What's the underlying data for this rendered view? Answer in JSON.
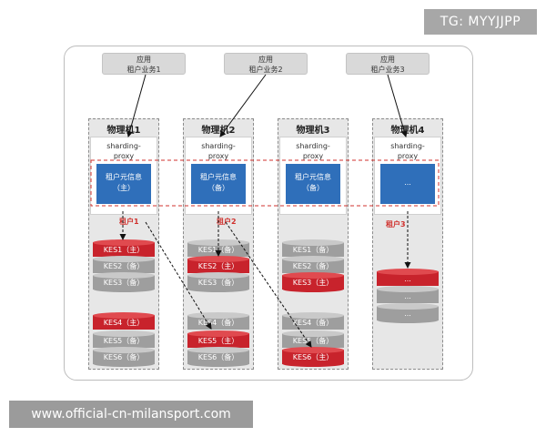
{
  "tag": "TG: MYYJJPP",
  "watermark": "www.official-cn-milansport.com",
  "apps": [
    {
      "line1": "应用",
      "line2": "租户业务1"
    },
    {
      "line1": "应用",
      "line2": "租户业务2"
    },
    {
      "line1": "应用",
      "line2": "租户业务3"
    }
  ],
  "machines": [
    {
      "label": "物理机1",
      "proxy": [
        "sharding-",
        "proxy"
      ],
      "meta": [
        "租户元信息",
        "（主）"
      ],
      "tenant": "租户1",
      "groups": [
        [
          {
            "text": "KES1（主）",
            "color": "red"
          },
          {
            "text": "KES2（备）",
            "color": "gray"
          },
          {
            "text": "KES3（备）",
            "color": "gray"
          }
        ],
        [
          {
            "text": "KES4（主）",
            "color": "red"
          },
          {
            "text": "KES5（备）",
            "color": "gray"
          },
          {
            "text": "KES6（备）",
            "color": "gray"
          }
        ]
      ]
    },
    {
      "label": "物理机2",
      "proxy": [
        "sharding-",
        "proxy"
      ],
      "meta": [
        "租户元信息",
        "（备）"
      ],
      "tenant": "租户2",
      "groups": [
        [
          {
            "text": "KES1（备）",
            "color": "gray"
          },
          {
            "text": "KES2（主）",
            "color": "red"
          },
          {
            "text": "KES3（备）",
            "color": "gray"
          }
        ],
        [
          {
            "text": "KES4（备）",
            "color": "gray"
          },
          {
            "text": "KES5（主）",
            "color": "red"
          },
          {
            "text": "KES6（备）",
            "color": "gray"
          }
        ]
      ]
    },
    {
      "label": "物理机3",
      "proxy": [
        "sharding-",
        "proxy"
      ],
      "meta": [
        "租户元信息",
        "（备）"
      ],
      "tenant": "",
      "groups": [
        [
          {
            "text": "KES1（备）",
            "color": "gray"
          },
          {
            "text": "KES2（备）",
            "color": "gray"
          },
          {
            "text": "KES3（主）",
            "color": "red"
          }
        ],
        [
          {
            "text": "KES4（备）",
            "color": "gray"
          },
          {
            "text": "KES5（备）",
            "color": "gray"
          },
          {
            "text": "KES6（主）",
            "color": "red"
          }
        ]
      ]
    },
    {
      "label": "物理机4",
      "proxy": [
        "sharding-",
        "proxy"
      ],
      "meta": [
        "...",
        ""
      ],
      "tenant": "租户3",
      "groups": [
        [
          {
            "text": "...",
            "color": "red"
          },
          {
            "text": "...",
            "color": "gray"
          },
          {
            "text": "...",
            "color": "gray"
          }
        ]
      ]
    }
  ],
  "colors": {
    "primary_disk": "#c8232c",
    "standby_disk": "#9e9e9e",
    "meta_box": "#2f6fba",
    "tenant_border": "#d0312d"
  }
}
